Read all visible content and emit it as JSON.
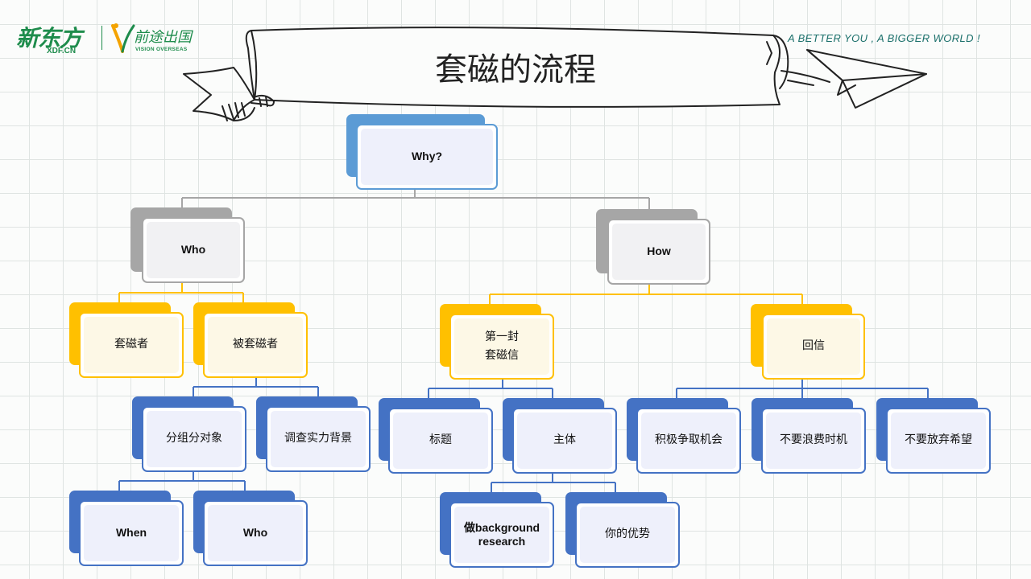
{
  "logos": {
    "xdf": "新东方",
    "xdf_sub": "XDF.CN",
    "vision": "前途出国",
    "vision_sub": "VISION OVERSEAS"
  },
  "slogan": "A BETTER YOU , A BIGGER WORLD !",
  "title": "套磁的流程",
  "nodes": {
    "why": "Why?",
    "who": "Who",
    "how": "How",
    "taocizhe": "套磁者",
    "beitaocizhe": "被套磁者",
    "diyifeng_l1": "第一封",
    "diyifeng_l2": "套磁信",
    "huixin": "回信",
    "fenzu": "分组分对象",
    "diaocha": "调查实力背景",
    "biaoti": "标题",
    "zhuti": "主体",
    "jiji": "积极争取机会",
    "bulangfei": "不要浪费时机",
    "bufangqi": "不要放弃希望",
    "when": "When",
    "who2": "Who",
    "background_l1": "做background",
    "background_l2": "research",
    "youshi": "你的优势"
  },
  "colors": {
    "root": "#5b9bd5",
    "gray": "#a6a6a6",
    "yellow": "#ffc000",
    "blue": "#4472c4"
  }
}
